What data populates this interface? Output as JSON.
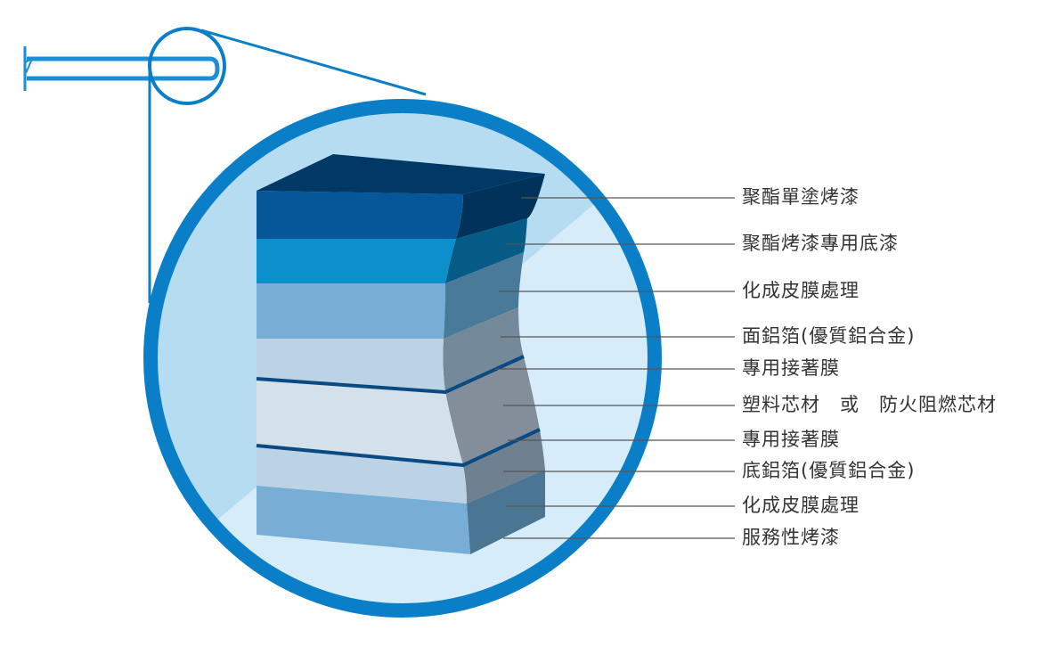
{
  "diagram": {
    "layers": [
      {
        "label": "聚酯單塗烤漆"
      },
      {
        "label": "聚酯烤漆專用底漆"
      },
      {
        "label": "化成皮膜處理"
      },
      {
        "label": "面鋁箔(優質鋁合金)"
      },
      {
        "label": "專用接著膜"
      },
      {
        "label": "塑料芯材　或　防火阻燃芯材"
      },
      {
        "label": "專用接著膜"
      },
      {
        "label": "底鋁箔(優質鋁合金)"
      },
      {
        "label": "化成皮膜處理"
      },
      {
        "label": "服務性烤漆"
      }
    ],
    "colors": {
      "ring": "#0a7fc8",
      "disc": "#b6dcf2",
      "panel_edge": "#1a8fd6",
      "leader": "#555555",
      "label_text": "#333333"
    }
  }
}
